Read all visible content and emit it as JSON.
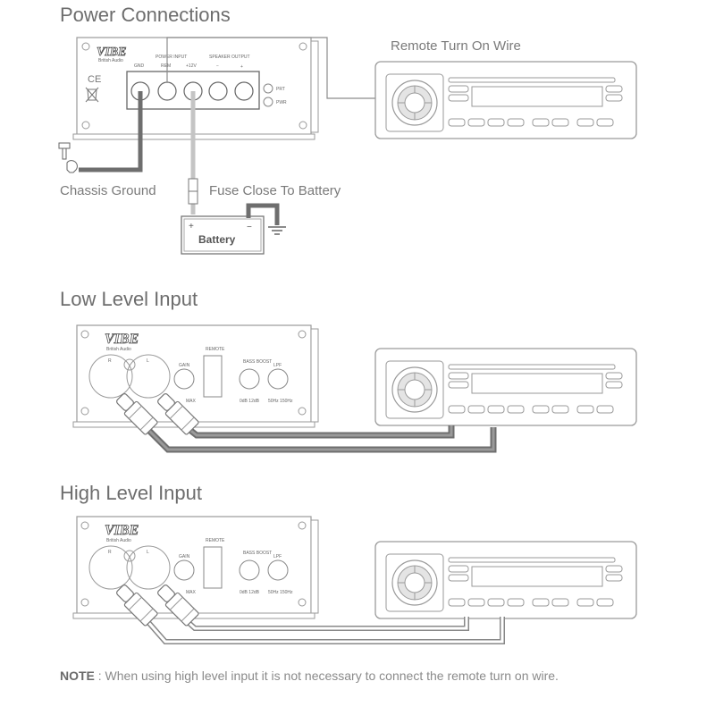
{
  "sections": {
    "power": {
      "title": "Power Connections"
    },
    "low": {
      "title": "Low Level Input"
    },
    "high": {
      "title": "High Level Input"
    }
  },
  "labels": {
    "remote_wire": "Remote Turn On Wire",
    "chassis_ground": "Chassis Ground",
    "fuse": "Fuse Close To Battery",
    "battery": "Battery",
    "battery_plus": "+",
    "battery_minus": "−"
  },
  "amp_power_panel": {
    "logo": "VIBE",
    "brand": "British Audio",
    "power_input": "POWER INPUT",
    "speaker_output": "SPEAKER OUTPUT",
    "terminals": [
      "GND",
      "REM",
      "+12V",
      "−",
      "+"
    ],
    "leds": [
      "PRT",
      "PWR"
    ]
  },
  "amp_input_panel": {
    "logo": "VIBE",
    "brand": "British Audio",
    "rca": [
      "R",
      "L"
    ],
    "gain": "GAIN",
    "gain_max": "MAX",
    "remote": "REMOTE",
    "bass_boost": "BASS BOOST",
    "bass_range": "0dB  12dB",
    "lpf": "LPF",
    "lpf_range": "50Hz  150Hz"
  },
  "note": {
    "prefix": "NOTE",
    "text": " : When using high level input it is not necessary to connect the remote turn on wire."
  },
  "colors": {
    "wire_dark": "#6e6e6e",
    "wire_light": "#c4c4c4",
    "outline": "#8c8c8c"
  }
}
